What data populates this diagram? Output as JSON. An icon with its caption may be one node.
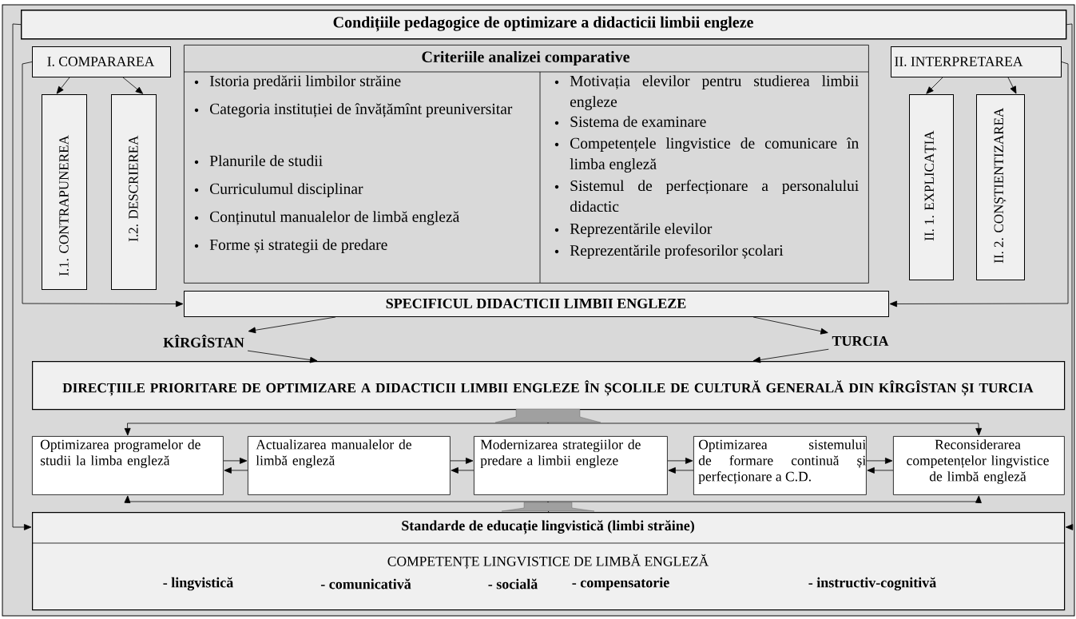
{
  "diagram": {
    "nodes": [
      {
        "text": [
          "Condițiile pedagogice de optimizare a didacticii limbii engleze"
        ]
      },
      {
        "text": [
          "I. COMPARAREA"
        ]
      },
      {
        "text": [
          "I.1. CONTRAPUNEREA"
        ]
      },
      {
        "text": [
          "I.2. DESCRIEREA"
        ]
      },
      {
        "text": [
          "Criteriile analizei comparative",
          "Istoria predării limbilor străine",
          "Categoria instituției de învățămînt preuniversitar",
          "Planurile de studii",
          "Curriculumul disciplinar",
          "Conținutul manualelor de limbă engleză",
          "Forme și strategii de predare",
          "Motivația elevilor pentru studierea limbii engleze",
          "Sistema de examinare",
          "Competențele lingvistice de comunicare în limba engleză",
          "Sistemul de perfecționare a personalului didactic",
          "Reprezentările elevilor",
          "Reprezentările profesorilor școlari"
        ]
      },
      {
        "text": [
          "II. INTERPRETAREA"
        ]
      },
      {
        "text": [
          "II. 1. EXPLICAȚIA"
        ]
      },
      {
        "text": [
          "II. 2. CONȘTIENTIZAREA"
        ]
      },
      {
        "text": [
          "SPECIFICUL DIDACTICII LIMBII ENGLEZE"
        ]
      },
      {
        "text": [
          "KÎRGÎSTAN"
        ]
      },
      {
        "text": [
          "TURCIA"
        ]
      },
      {
        "text": [
          "DIRECȚIILE PRIORITARE DE OPTIMIZARE A DIDACTICII LIMBII ENGLEZE ÎN ȘCOLILE DE CULTURĂ GENERALĂ DIN KÎRGÎSTAN ȘI TURCIA"
        ]
      },
      {
        "text": [
          "Optimizarea programelor de studii la limba engleză"
        ]
      },
      {
        "text": [
          "Actualizarea manualelor de limbă engleză"
        ]
      },
      {
        "text": [
          "Modernizarea strategiilor de predare a limbii engleze"
        ]
      },
      {
        "text": [
          "Optimizarea sistemului de formare continuă și perfecționare a C.D."
        ]
      },
      {
        "text": [
          "Reconsiderarea competențelor lingvistice de limbă engleză"
        ]
      },
      {
        "text": [
          "Standarde de educație lingvistică (limbi străine)",
          "COMPETENȚE LINGVISTICE DE LIMBĂ ENGLEZĂ",
          "- lingvistică",
          "- comunicativă",
          "- socială",
          "- compensatorie",
          "- instructiv-cognitivă"
        ]
      }
    ],
    "edges": [
      {
        "from": 1,
        "to": 2,
        "arrow": "to"
      },
      {
        "from": 1,
        "to": 3,
        "arrow": "to"
      },
      {
        "from": 5,
        "to": 6,
        "arrow": "to"
      },
      {
        "from": 5,
        "to": 7,
        "arrow": "to"
      },
      {
        "from": 0,
        "to": 17,
        "arrow": "to"
      },
      {
        "from": 1,
        "to": 8,
        "arrow": "to"
      },
      {
        "from": 5,
        "to": 8,
        "arrow": "to"
      },
      {
        "from": 0,
        "to": 17,
        "arrow": "to"
      },
      {
        "from": 8,
        "to": 9,
        "arrow": "to"
      },
      {
        "from": 8,
        "to": 10,
        "arrow": "to"
      },
      {
        "from": 9,
        "to": 11,
        "arrow": "to"
      },
      {
        "from": 10,
        "to": 11,
        "arrow": "to"
      },
      {
        "from": 11,
        "to": 12,
        "arrow": "to"
      },
      {
        "from": 11,
        "to": 16,
        "arrow": "to"
      },
      {
        "from": 12,
        "to": 13,
        "arrow": "to"
      },
      {
        "from": 13,
        "to": 12,
        "arrow": "to"
      },
      {
        "from": 13,
        "to": 14,
        "arrow": "to"
      },
      {
        "from": 14,
        "to": 13,
        "arrow": "to"
      },
      {
        "from": 14,
        "to": 15,
        "arrow": "to"
      },
      {
        "from": 15,
        "to": 14,
        "arrow": "to"
      },
      {
        "from": 15,
        "to": 16,
        "arrow": "to"
      },
      {
        "from": 16,
        "to": 15,
        "arrow": "to"
      },
      {
        "from": 17,
        "to": 12,
        "arrow": "to"
      },
      {
        "from": 17,
        "to": 16,
        "arrow": "to"
      }
    ]
  }
}
